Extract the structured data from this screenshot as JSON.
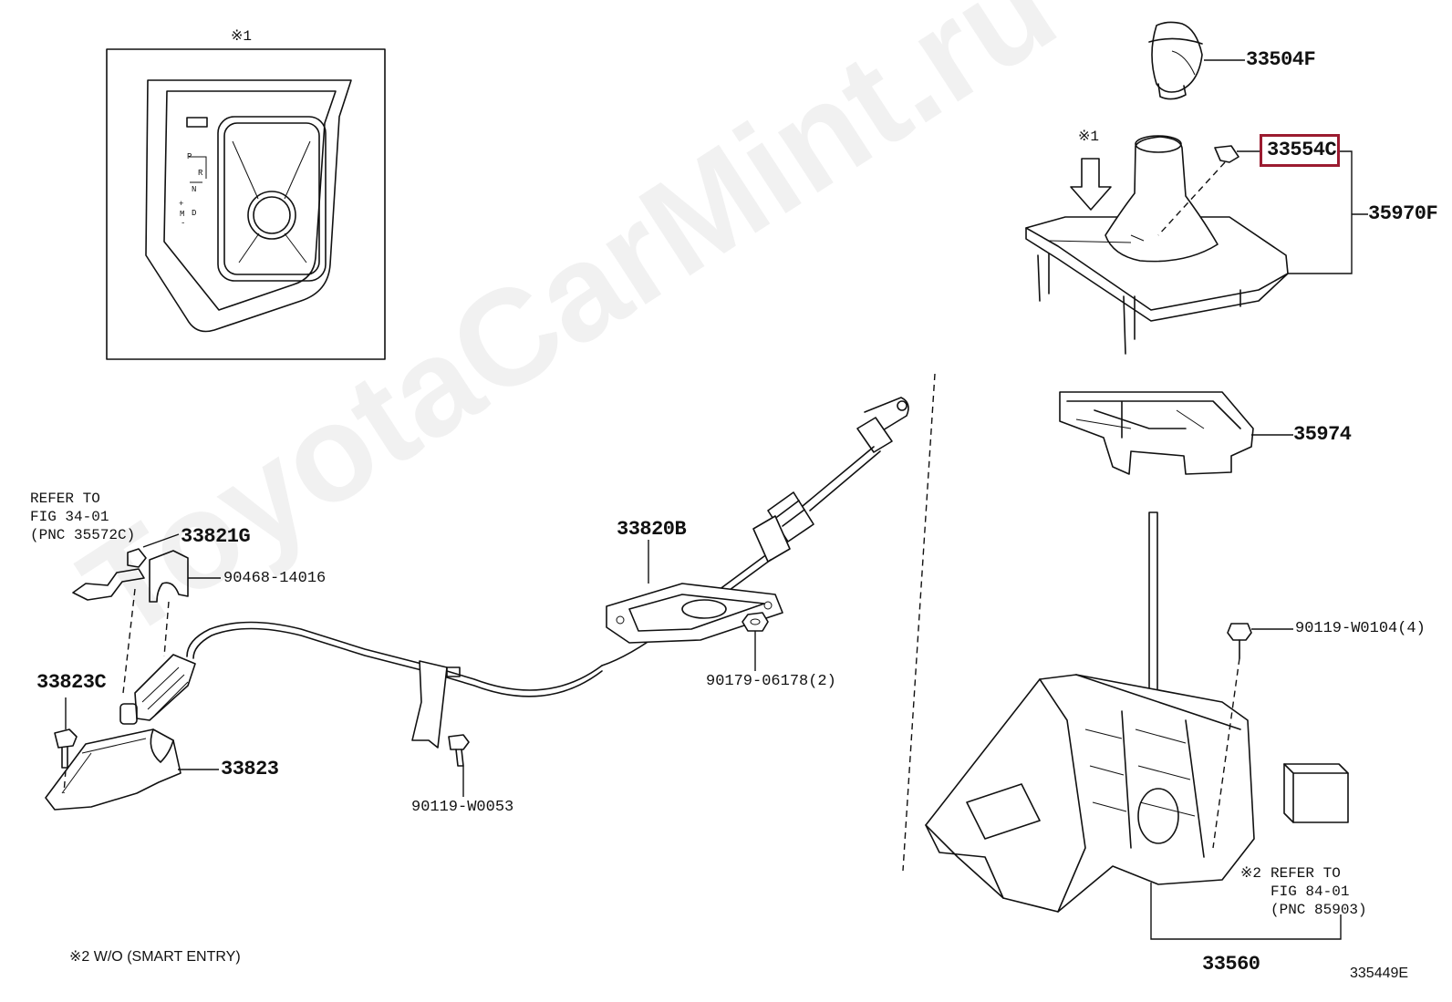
{
  "watermark": "ToyotaCarMint.ru",
  "inset": {
    "mark": "※1",
    "shift_letters": [
      "P",
      "R",
      "N",
      "D",
      "+",
      "M",
      "-"
    ]
  },
  "parts": [
    {
      "id": "33504F"
    },
    {
      "id": "33554C",
      "highlighted": true,
      "highlight_color": "#9b1b30"
    },
    {
      "id": "35970F"
    },
    {
      "id": "35974"
    },
    {
      "id": "33820B"
    },
    {
      "id": "33821G"
    },
    {
      "id": "90468-14016"
    },
    {
      "id": "33823C"
    },
    {
      "id": "33823"
    },
    {
      "id": "90119-W0053"
    },
    {
      "id": "90179-06178(2)"
    },
    {
      "id": "90119-W0104(4)"
    },
    {
      "id": "33560"
    }
  ],
  "marks": {
    "arrow_mark": "※1",
    "note2_mark": "※2"
  },
  "notes": {
    "refer_left": "REFER TO\nFIG 34-01\n(PNC 35572C)",
    "refer_right": "REFER TO\nFIG 84-01\n(PNC 85903)"
  },
  "footer": {
    "condition_note": "※2 W/O (SMART ENTRY)",
    "drawing_code": "335449E"
  }
}
